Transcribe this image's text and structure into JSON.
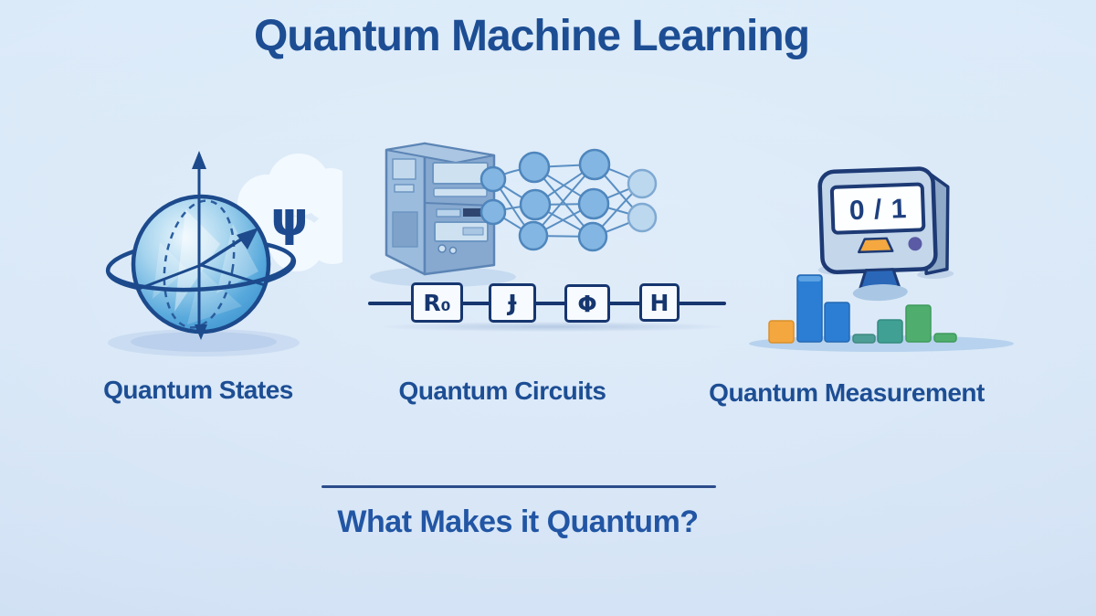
{
  "title": "Quantum Machine Learning",
  "palette": {
    "background": "#d9e8f7",
    "heading_blue": "#1d4e94",
    "navy_outline": "#1c4a8c",
    "sphere_blue": "#4aa0d8",
    "bar_orange": "#f3a73e",
    "bar_blue": "#2c7ed4",
    "bar_teal": "#3fa093",
    "bar_green": "#4fae6d",
    "button_purple": "#5a5aa5"
  },
  "states": {
    "label": "Quantum States",
    "psi_symbol": "ψ",
    "icon": "bloch-sphere"
  },
  "circuits": {
    "label": "Quantum Circuits",
    "icons": [
      "computer-tower",
      "neural-network",
      "circuit-wire"
    ],
    "gates": [
      {
        "label": "R₀"
      },
      {
        "label": "Ɉ"
      },
      {
        "label": "Φ"
      },
      {
        "label": "H"
      }
    ]
  },
  "measurement": {
    "label": "Quantum Measurement",
    "display_text": "0 / 1",
    "icon": "monitor-with-bar-chart"
  },
  "footer": {
    "question": "What Makes it Quantum?"
  }
}
